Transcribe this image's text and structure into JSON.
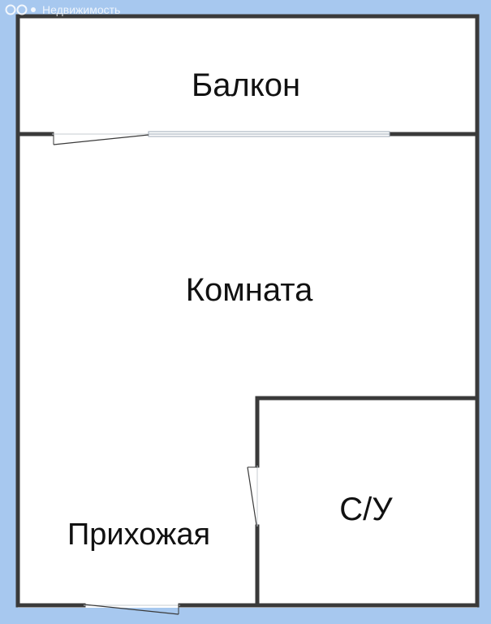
{
  "watermark": {
    "text": "Недвижимость"
  },
  "colors": {
    "background": "#a7c8ef",
    "floor": "#ffffff",
    "wall": "#3a3a3a",
    "window": "#9ea8b4"
  },
  "rooms": {
    "balcony": "Балкон",
    "room": "Комната",
    "hallway": "Прихожая",
    "bathroom": "С/У"
  }
}
